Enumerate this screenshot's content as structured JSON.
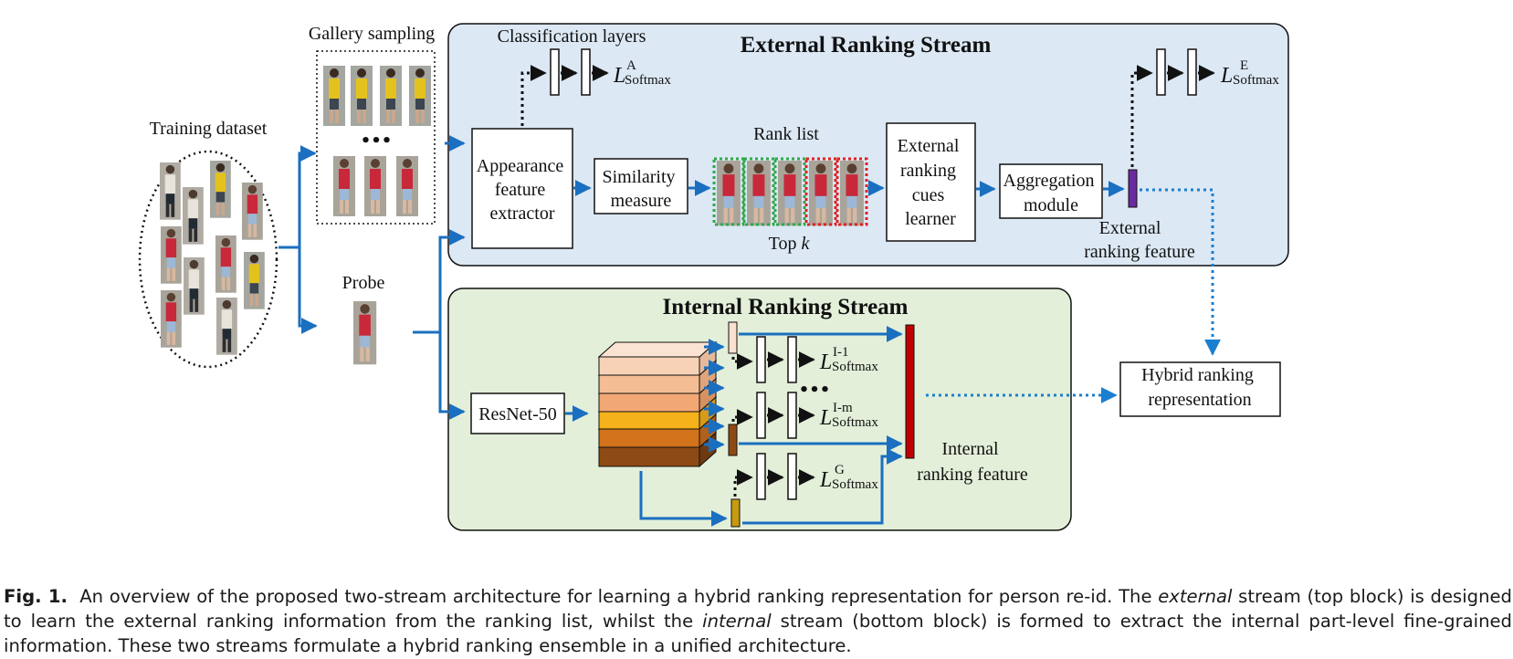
{
  "labels": {
    "gallery_sampling": "Gallery sampling",
    "training_dataset": "Training dataset",
    "probe": "Probe",
    "classification_layers": "Classification layers",
    "external_stream_title": "External Ranking Stream",
    "internal_stream_title": "Internal Ranking Stream",
    "rank_list": "Rank list",
    "top_k_prefix": "Top ",
    "top_k_var": "k",
    "ellipsis": "•••",
    "appearance_extractor": [
      "Appearance",
      "feature",
      "extractor"
    ],
    "similarity_measure": [
      "Similarity",
      "measure"
    ],
    "external_cues_learner": [
      "External",
      "ranking",
      "cues",
      "learner"
    ],
    "aggregation_module": [
      "Aggregation",
      "module"
    ],
    "external_feature": [
      "External",
      "ranking feature"
    ],
    "resnet": "ResNet-50",
    "internal_feature": [
      "Internal",
      "ranking feature"
    ],
    "hybrid_representation": [
      "Hybrid ranking",
      "representation"
    ]
  },
  "losses": {
    "base": "L",
    "sub": "Softmax",
    "a": "A",
    "e": "E",
    "i1": "I-1",
    "im": "I-m",
    "g": "G"
  },
  "caption": {
    "label": "Fig. 1.",
    "p1": "An overview of the proposed two-stream architecture for learning a hybrid ranking representation for person re-id. The ",
    "em1": "external",
    "p2": " stream (top block) is designed to learn the external ranking information from the ranking list, whilst the ",
    "em2": "internal",
    "p3": " stream (bottom block) is formed to extract the internal part-level fine-grained information. These two streams formulate a hybrid ranking ensemble in a unified architecture."
  },
  "colors": {
    "external_bg": "#dce8f4",
    "internal_bg": "#e3efd9",
    "arrow_blue": "#1a6fc0",
    "dotted_blue": "#1a7fd0",
    "feature_red": "#c00000",
    "feature_purple": "#6a2b9f",
    "match_green": "#2fa84a",
    "mismatch_red": "#e02020",
    "cube_layers": [
      "#fbe3d2",
      "#f8d2b7",
      "#f4bd94",
      "#f2a875",
      "#f5b21a",
      "#d3731b",
      "#8e4a14"
    ]
  }
}
